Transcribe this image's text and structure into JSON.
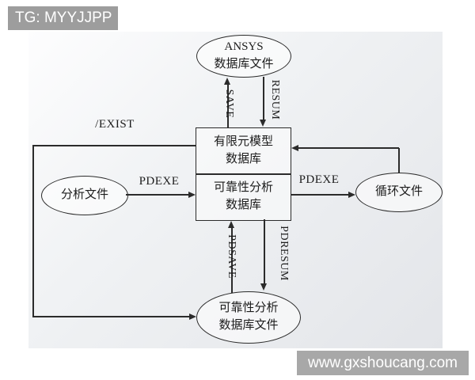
{
  "watermarks": {
    "top": "TG: MYYJJPP",
    "bottom": "www.gxshoucang.com"
  },
  "diagram": {
    "nodes": {
      "ansys_db_file": {
        "line1": "ANSYS",
        "line2": "数据库文件"
      },
      "fe_model_db": {
        "line1": "有限元模型",
        "line2": "数据库"
      },
      "reliability_db": {
        "line1": "可靠性分析",
        "line2": "数据库"
      },
      "analysis_file": {
        "label": "分析文件"
      },
      "loop_file": {
        "label": "循环文件"
      },
      "reliability_db_file": {
        "line1": "可靠性分析",
        "line2": "数据库文件"
      }
    },
    "edge_labels": {
      "save": "SAVE",
      "resum": "RESUM",
      "exist": "/EXIST",
      "pdexe_left": "PDEXE",
      "pdexe_right": "PDEXE",
      "pdsave": "PDSAVE",
      "pdresum": "PDRESUM"
    },
    "colors": {
      "line": "#2b2b2b",
      "background_gradient_start": "#fdfdfe",
      "background_gradient_end": "#e3e5e9",
      "watermark_top_bg": "#9d9d9d",
      "watermark_bottom_bg": "#a8a8a8",
      "watermark_text": "#ffffff"
    }
  }
}
